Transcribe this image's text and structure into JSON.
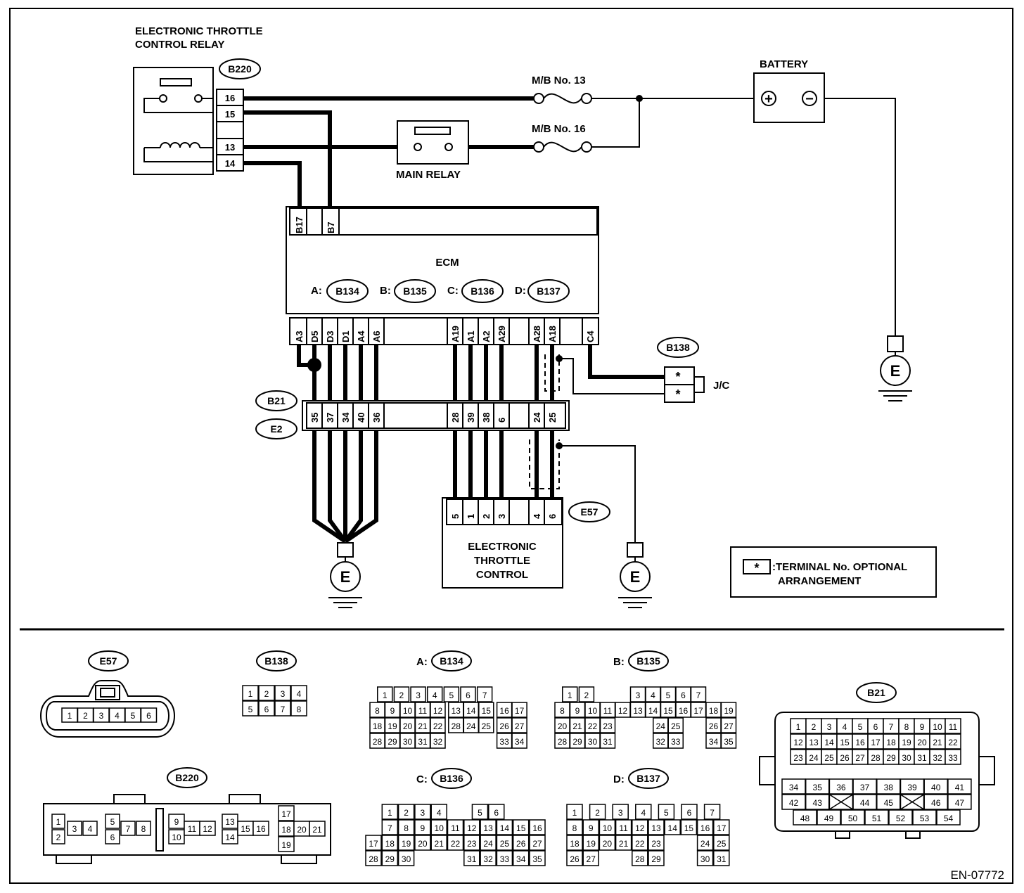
{
  "relay": {
    "title_line1": "ELECTRONIC THROTTLE",
    "title_line2": "CONTROL RELAY",
    "connector": "B220",
    "pins": [
      "16",
      "15",
      "13",
      "14"
    ]
  },
  "fuses": {
    "mb13": "M/B No. 13",
    "mb16": "M/B No. 16"
  },
  "battery": {
    "label": "BATTERY",
    "plus": "+",
    "minus": "−"
  },
  "main_relay": {
    "label": "MAIN RELAY"
  },
  "ecm": {
    "label": "ECM",
    "top_pins": [
      "B17",
      "B7"
    ],
    "connectors": [
      {
        "prefix": "A:",
        "id": "B134"
      },
      {
        "prefix": "B:",
        "id": "B135"
      },
      {
        "prefix": "C:",
        "id": "B136"
      },
      {
        "prefix": "D:",
        "id": "B137"
      }
    ],
    "bottom_pins": [
      "A3",
      "D5",
      "D3",
      "D1",
      "A4",
      "A6",
      "A19",
      "A1",
      "A2",
      "A29",
      "A28",
      "A18",
      "C4"
    ]
  },
  "joint_connector": {
    "id": "B138",
    "label": "J/C",
    "pins": [
      "*",
      "*"
    ]
  },
  "b21_e2": {
    "b21": "B21",
    "e2": "E2",
    "pins": [
      "35",
      "37",
      "34",
      "40",
      "36",
      "28",
      "39",
      "38",
      "6",
      "24",
      "25"
    ]
  },
  "throttle": {
    "connector": "E57",
    "pins": [
      "5",
      "1",
      "2",
      "3",
      "4",
      "6"
    ],
    "line1": "ELECTRONIC",
    "line2": "THROTTLE",
    "line3": "CONTROL"
  },
  "ground": "E",
  "note": {
    "symbol": "*",
    "line1": ":TERMINAL No. OPTIONAL",
    "line2": "ARRANGEMENT"
  },
  "connector_views": {
    "e57": {
      "id": "E57",
      "pins": [
        "1",
        "2",
        "3",
        "4",
        "5",
        "6"
      ]
    },
    "b138": {
      "id": "B138",
      "rows": [
        [
          "1",
          "2",
          "3",
          "4"
        ],
        [
          "5",
          "6",
          "7",
          "8"
        ]
      ]
    },
    "b134": {
      "prefix": "A:",
      "id": "B134",
      "rows": [
        [
          "1",
          "2",
          "3",
          "4",
          "5",
          "6",
          "7"
        ],
        [
          "8",
          "9",
          "10",
          "11",
          "12",
          "13",
          "14",
          "15",
          "16",
          "17"
        ],
        [
          "18",
          "19",
          "20",
          "21",
          "22",
          "28",
          "24",
          "25",
          "26",
          "27"
        ],
        [
          "28",
          "29",
          "30",
          "31",
          "32",
          "33",
          "34"
        ]
      ]
    },
    "b135": {
      "prefix": "B:",
      "id": "B135",
      "rows": [
        [
          "1",
          "2",
          "3",
          "4",
          "5",
          "6",
          "7"
        ],
        [
          "8",
          "9",
          "10",
          "11",
          "12",
          "13",
          "14",
          "15",
          "16",
          "17",
          "18",
          "19"
        ],
        [
          "20",
          "21",
          "22",
          "23",
          "24",
          "25",
          "26",
          "27"
        ],
        [
          "28",
          "29",
          "30",
          "31",
          "32",
          "33",
          "34",
          "35"
        ]
      ]
    },
    "b136": {
      "prefix": "C:",
      "id": "B136",
      "rows": [
        [
          "1",
          "2",
          "3",
          "4",
          "5",
          "6"
        ],
        [
          "7",
          "8",
          "9",
          "10",
          "11",
          "12",
          "13",
          "14",
          "15",
          "16"
        ],
        [
          "17",
          "18",
          "19",
          "20",
          "21",
          "22",
          "23",
          "24",
          "25",
          "26",
          "27"
        ],
        [
          "28",
          "29",
          "30",
          "31",
          "32",
          "33",
          "34",
          "35"
        ]
      ]
    },
    "b137": {
      "prefix": "D:",
      "id": "B137",
      "rows": [
        [
          "1",
          "2",
          "3",
          "4",
          "5",
          "6",
          "7"
        ],
        [
          "8",
          "9",
          "10",
          "11",
          "12",
          "13",
          "14",
          "15",
          "16",
          "17"
        ],
        [
          "18",
          "19",
          "20",
          "21",
          "22",
          "23",
          "24",
          "25"
        ],
        [
          "26",
          "27",
          "28",
          "29",
          "30",
          "31"
        ]
      ]
    },
    "b220": {
      "id": "B220",
      "cells": [
        "1",
        "2",
        "3",
        "4",
        "5",
        "6",
        "7",
        "8",
        "9",
        "10",
        "11",
        "12",
        "13",
        "14",
        "15",
        "16",
        "17",
        "18",
        "19",
        "20",
        "21"
      ]
    },
    "b21": {
      "id": "B21",
      "rows": [
        [
          "1",
          "2",
          "3",
          "4",
          "5",
          "6",
          "7",
          "8",
          "9",
          "10",
          "11"
        ],
        [
          "12",
          "13",
          "14",
          "15",
          "16",
          "17",
          "18",
          "19",
          "20",
          "21",
          "22"
        ],
        [
          "23",
          "24",
          "25",
          "26",
          "27",
          "28",
          "29",
          "30",
          "31",
          "32",
          "33"
        ],
        [
          "34",
          "35",
          "36",
          "37",
          "38",
          "39",
          "40",
          "41"
        ],
        [
          "42",
          "43",
          "44",
          "45",
          "46",
          "47"
        ],
        [
          "48",
          "49",
          "50",
          "51",
          "52",
          "53",
          "54"
        ]
      ]
    }
  },
  "figure_code": "EN-07772"
}
